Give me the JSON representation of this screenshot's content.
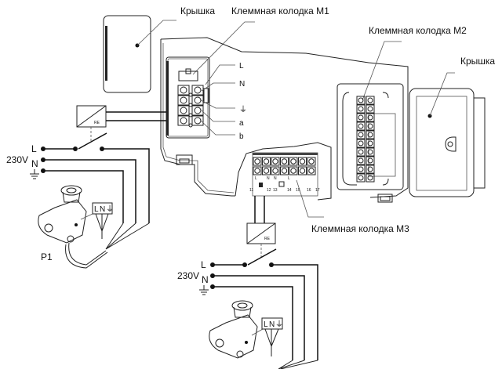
{
  "labels": {
    "cover_left": "Крышка",
    "terminal_m1": "Клеммная колодка М1",
    "terminal_m2": "Клеммная колодка М2",
    "cover_right": "Крышка",
    "terminal_m3": "Клеммная колодка М3"
  },
  "m1_terminals": [
    "L",
    "N",
    "⏚",
    "a",
    "b"
  ],
  "supply_left": {
    "voltage": "230V",
    "L": "L",
    "N": "N",
    "relay": "RE",
    "pump": "P1",
    "pump_terminals": [
      "L",
      "N",
      "⏚"
    ]
  },
  "supply_bottom": {
    "voltage": "230V",
    "L": "L",
    "N": "N",
    "relay": "RE",
    "pump_terminals": [
      "L",
      "N",
      "⏚"
    ]
  },
  "m3_numbers": [
    "11",
    "12",
    "13",
    "14",
    "15",
    "16",
    "17"
  ],
  "m3_marks": [
    "L",
    "N",
    "N",
    "L"
  ]
}
